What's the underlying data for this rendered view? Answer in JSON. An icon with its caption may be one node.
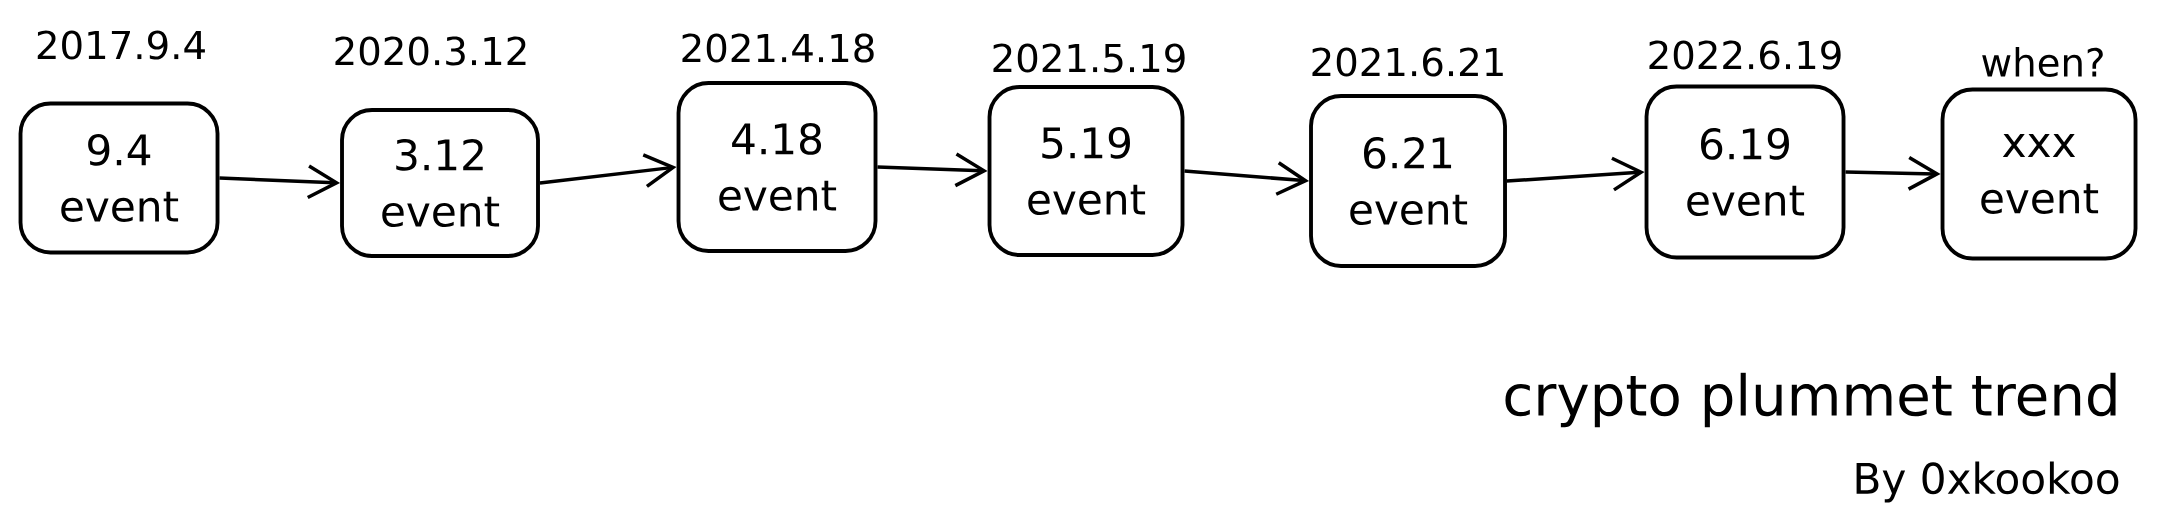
{
  "diagram": {
    "nodes": [
      {
        "text": [
          "2017.9.4",
          "9.4 event"
        ]
      },
      {
        "text": [
          "2020.3.12",
          "3.12 event"
        ]
      },
      {
        "text": [
          "2021.4.18",
          "4.18 event"
        ]
      },
      {
        "text": [
          "2021.5.19",
          "5.19 event"
        ]
      },
      {
        "text": [
          "2021.6.21",
          "6.21 event"
        ]
      },
      {
        "text": [
          "2022.6.19",
          "6.19 event"
        ]
      },
      {
        "text": [
          "when?",
          "xxx event"
        ]
      }
    ],
    "edges": [
      {
        "from": 0,
        "to": 1,
        "arrow": "to"
      },
      {
        "from": 1,
        "to": 2,
        "arrow": "to"
      },
      {
        "from": 2,
        "to": 3,
        "arrow": "to"
      },
      {
        "from": 3,
        "to": 4,
        "arrow": "to"
      },
      {
        "from": 4,
        "to": 5,
        "arrow": "to"
      },
      {
        "from": 5,
        "to": 6,
        "arrow": "to"
      }
    ],
    "labels": [
      "By 0xkookoo"
    ],
    "title": "crypto plummet trend"
  }
}
